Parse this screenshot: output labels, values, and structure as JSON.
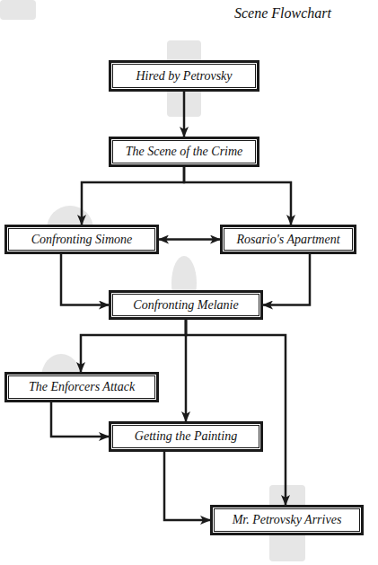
{
  "diagram": {
    "title": "Scene Flowchart",
    "nodes": [
      {
        "text": [
          "Hired by Petrovsky"
        ]
      },
      {
        "text": [
          "The Scene of the Crime"
        ]
      },
      {
        "text": [
          "Confronting Simone"
        ]
      },
      {
        "text": [
          "Rosario's Apartment"
        ]
      },
      {
        "text": [
          "Confronting Melanie"
        ]
      },
      {
        "text": [
          "The Enforcers Attack"
        ]
      },
      {
        "text": [
          "Getting the Painting"
        ]
      },
      {
        "text": [
          "Mr. Petrovsky Arrives"
        ]
      }
    ],
    "edges": [
      {
        "from": 0,
        "to": 1,
        "arrow": "to"
      },
      {
        "from": 1,
        "to": 2,
        "arrow": "to"
      },
      {
        "from": 1,
        "to": 3,
        "arrow": "to"
      },
      {
        "from": 2,
        "to": 3,
        "arrow": "both"
      },
      {
        "from": 2,
        "to": 4,
        "arrow": "to"
      },
      {
        "from": 3,
        "to": 4,
        "arrow": "to"
      },
      {
        "from": 4,
        "to": 5,
        "arrow": "to"
      },
      {
        "from": 4,
        "to": 6,
        "arrow": "to"
      },
      {
        "from": 4,
        "to": 7,
        "arrow": "to"
      },
      {
        "from": 5,
        "to": 6,
        "arrow": "to"
      },
      {
        "from": 6,
        "to": 7,
        "arrow": "to"
      }
    ]
  }
}
